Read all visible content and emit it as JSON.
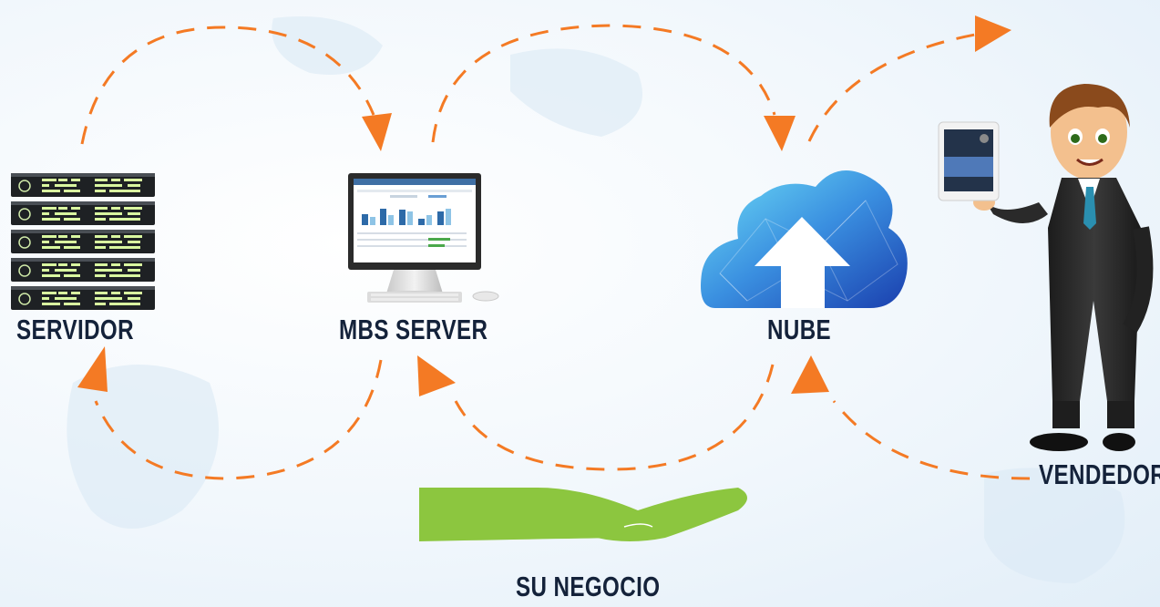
{
  "nodes": {
    "servidor": "SERVIDOR",
    "mbs_server": "MBS SERVER",
    "nube": "NUBE",
    "vendedor": "VENDEDOR",
    "su_negocio": "SU NEGOCIO"
  },
  "colors": {
    "arrow": "#f47a24",
    "hand": "#8cc63f",
    "text": "#14223a",
    "cloud_light": "#5fd6f5",
    "cloud_dark": "#1a3fae",
    "server_led": "#d9f7a0"
  }
}
